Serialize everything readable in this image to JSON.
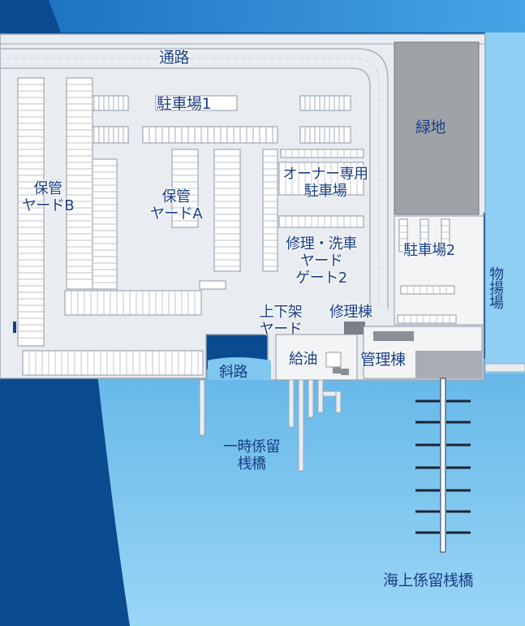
{
  "map": {
    "labels": {
      "road": "通路",
      "parking1": "駐車場1",
      "green": "緑地",
      "yard_b_1": "保管",
      "yard_b_2": "ヤードB",
      "yard_a_1": "保管",
      "yard_a_2": "ヤードA",
      "owner_1": "オーナー専用",
      "owner_2": "駐車場",
      "parking2": "駐車場2",
      "repair_1": "修理・洗車",
      "repair_2": "ヤード",
      "gate2": "ゲート2",
      "cargo": "物揚場",
      "updown_1": "上下架",
      "updown_2": "ヤード",
      "repair_bldg": "修理棟",
      "fuel": "給油",
      "office": "管理棟",
      "slope": "斜路",
      "temp_pier_1": "一時係留",
      "temp_pier_2": "桟橋",
      "sea_pier": "海上係留桟橋"
    },
    "colors": {
      "deep_sea": "#0a4a8f",
      "sea": "#7fc7ef",
      "land": "#e9edf1",
      "green_area": "#9ea3a8",
      "label": "#1a3e85"
    }
  }
}
